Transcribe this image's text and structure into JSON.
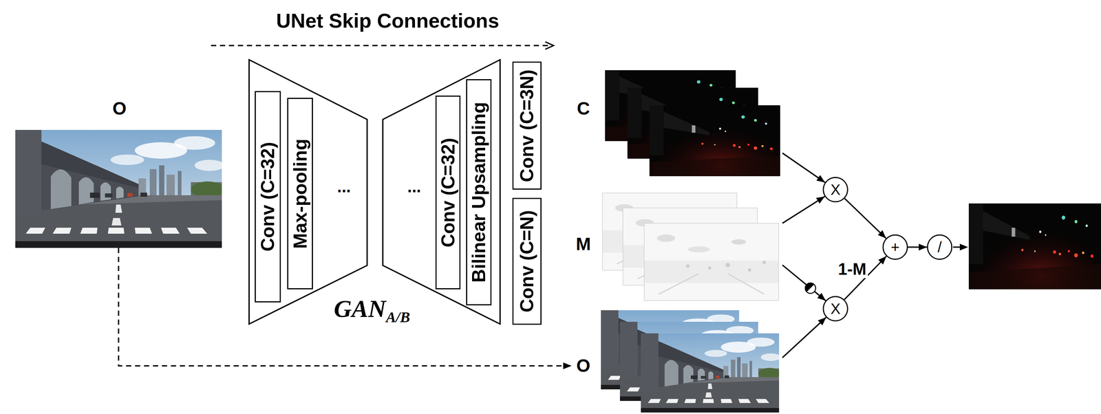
{
  "diagram": {
    "nodes": [
      {
        "text": [
          "O"
        ]
      },
      {
        "text": [
          "..."
        ]
      },
      {
        "text": [
          "Conv (C=32)"
        ],
        "in": 1
      },
      {
        "text": [
          "Max-pooling"
        ],
        "in": 1
      },
      {
        "text": [
          "..."
        ]
      },
      {
        "text": [
          "Conv (C=32)"
        ],
        "in": 4
      },
      {
        "text": [
          "Bilinear Upsampling"
        ],
        "in": 4
      },
      {
        "text": [
          "Conv (C=3N)"
        ]
      },
      {
        "text": [
          "Conv (C=N)"
        ]
      },
      {
        "text": [
          "C"
        ]
      },
      {
        "text": [
          "M"
        ]
      },
      {
        "text": [
          "O"
        ]
      },
      {
        "text": [
          "X"
        ]
      },
      {
        "text": [
          "X"
        ]
      },
      {
        "text": [
          "+"
        ]
      },
      {
        "text": [
          "/"
        ]
      }
    ],
    "edges": [
      {
        "from": 0,
        "to": 11,
        "arrow": "to"
      },
      {
        "from": 9,
        "to": 12,
        "arrow": "to"
      },
      {
        "from": 10,
        "to": 12,
        "arrow": "to"
      },
      {
        "from": 10,
        "to": 13,
        "label": "1-M",
        "arrow": "to"
      },
      {
        "from": 11,
        "to": 13,
        "arrow": "to"
      },
      {
        "from": 12,
        "to": 14,
        "arrow": "to"
      },
      {
        "from": 13,
        "to": 14,
        "arrow": "to"
      },
      {
        "from": 14,
        "to": 15,
        "arrow": "to"
      }
    ],
    "labels": [
      "UNet Skip Connections",
      "GAN",
      "A/B"
    ]
  }
}
